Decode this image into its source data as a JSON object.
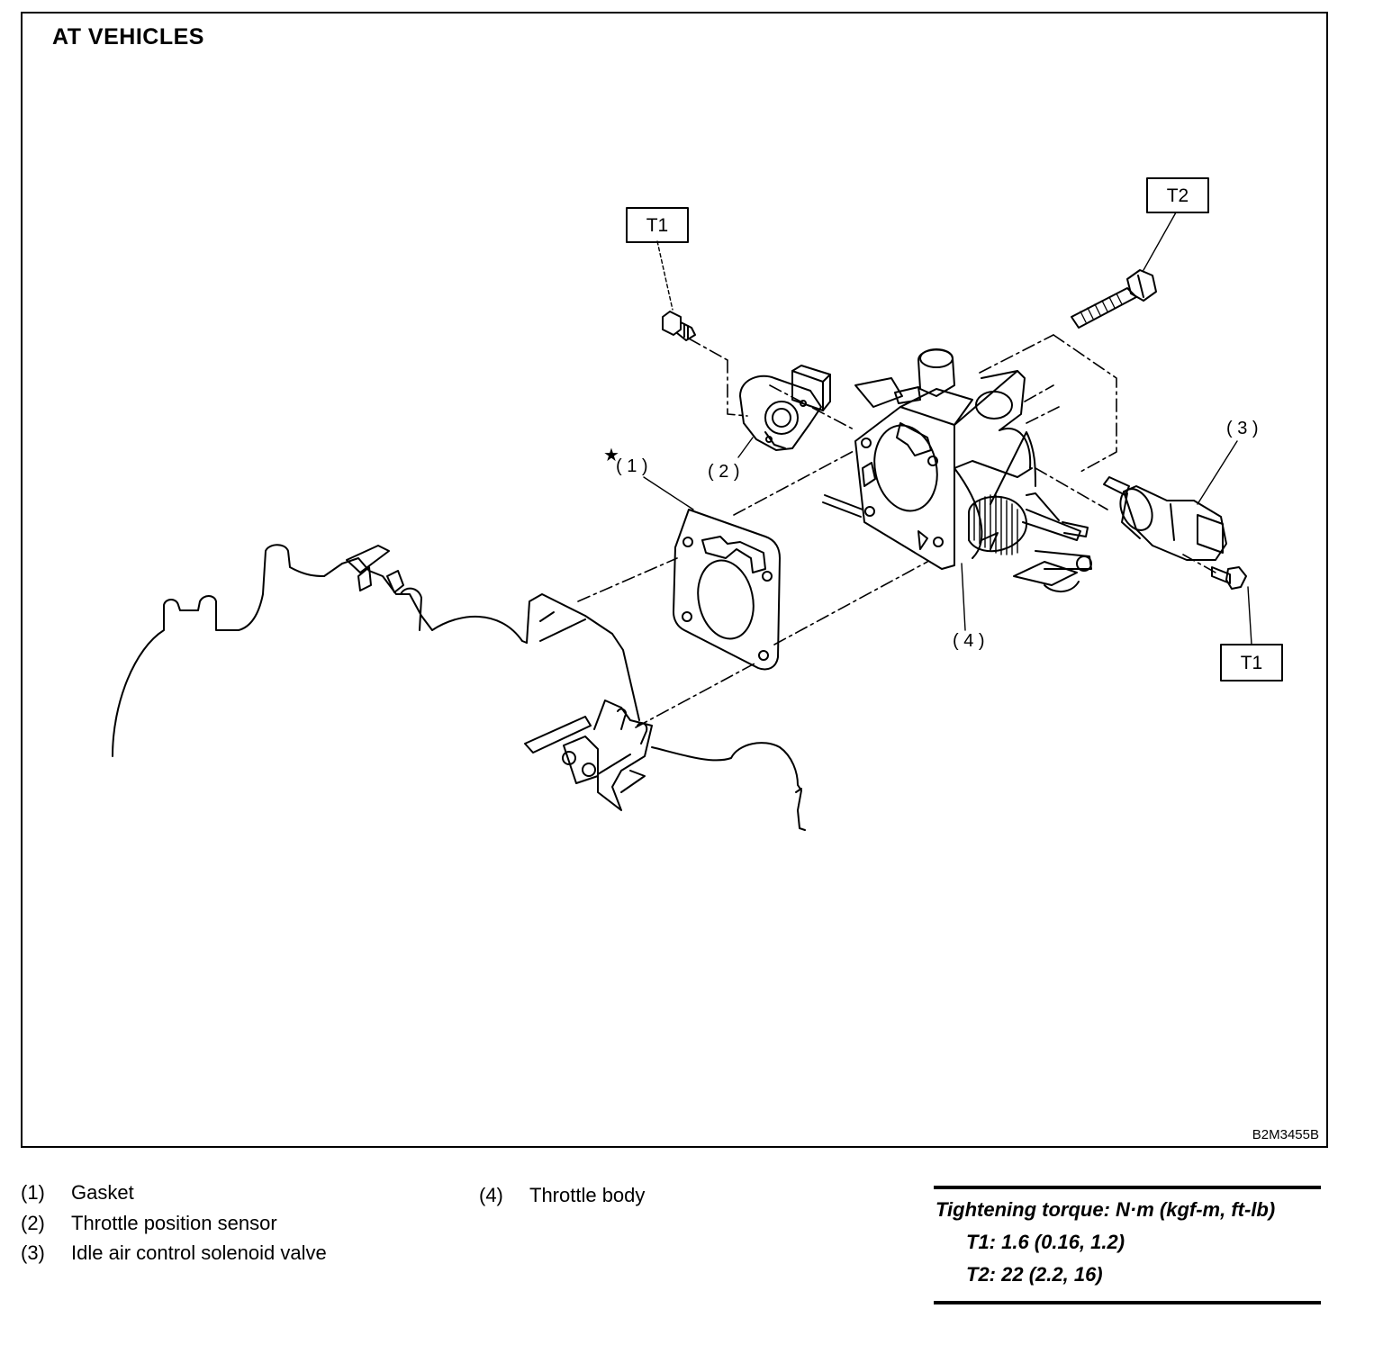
{
  "figure": {
    "title": "AT VEHICLES",
    "code": "B2M3455B",
    "callouts": {
      "gasket": "( 1 )",
      "tps": "( 2 )",
      "iac": "( 3 )",
      "throttle_body": "( 4 )",
      "star_symbol": "★"
    },
    "torque_tags": {
      "t1_top": "T1",
      "t2_top": "T2",
      "t1_right": "T1"
    }
  },
  "legend": {
    "items": [
      {
        "num": "(1)",
        "label": "Gasket"
      },
      {
        "num": "(2)",
        "label": "Throttle position sensor"
      },
      {
        "num": "(3)",
        "label": "Idle air control solenoid valve"
      },
      {
        "num": "(4)",
        "label": "Throttle body"
      }
    ]
  },
  "torque": {
    "heading": "Tightening torque: N·m (kgf-m, ft-lb)",
    "t1": "T1: 1.6 (0.16, 1.2)",
    "t2": "T2: 22 (2.2, 16)"
  }
}
